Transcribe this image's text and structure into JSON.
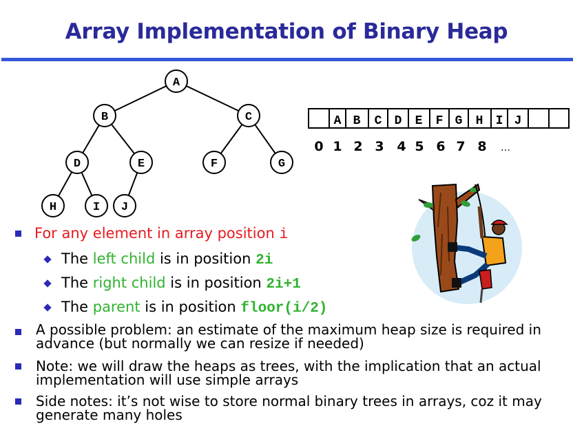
{
  "title": "Array Implementation of Binary Heap",
  "tree": {
    "nodes": [
      "A",
      "B",
      "C",
      "D",
      "E",
      "F",
      "G",
      "H",
      "I",
      "J"
    ]
  },
  "array": {
    "cells": [
      "",
      "A",
      "B",
      "C",
      "D",
      "E",
      "F",
      "G",
      "H",
      "I",
      "J",
      "",
      ""
    ],
    "indices": [
      "0",
      "1",
      "2",
      "3",
      "4",
      "5",
      "6",
      "7",
      "8",
      "…"
    ]
  },
  "bullet1": {
    "text": "For any element in array position ",
    "var": "i"
  },
  "sub1": {
    "pre": "The ",
    "hl": "left child",
    "mid": " is in position ",
    "code": "2i"
  },
  "sub2": {
    "pre": "The ",
    "hl": "right child",
    "mid": " is in position ",
    "code": "2i+1"
  },
  "sub3": {
    "pre": "The ",
    "hl": "parent",
    "mid": " is in position ",
    "code": "floor(i/2)"
  },
  "bullet2": "A possible problem: an estimate of the maximum heap size is required in advance (but normally we can resize if needed)",
  "bullet3": "Note: we will draw the heaps as trees, with the implication that an actual implementation will use simple arrays",
  "bullet4": "Side notes: it’s not wise to store normal binary trees in arrays, coz it may generate many holes",
  "colors": {
    "title": "#2a2a9a",
    "rule": "#3357d8",
    "bullet": "#2a2ab5",
    "red": "#e8191f",
    "green": "#2fb32f"
  },
  "illustration": "tree-climber-clipart"
}
